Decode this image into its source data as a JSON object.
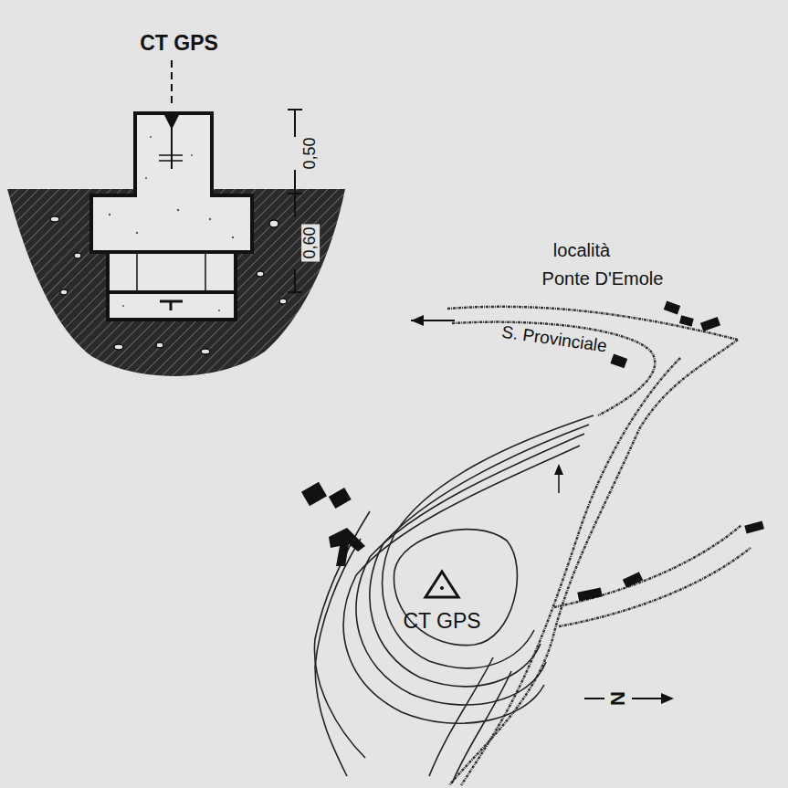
{
  "diagram": {
    "labels": [
      "CT GPS",
      "0,50",
      "0,60",
      "località",
      "Ponte D'Emole",
      "S. Provinciale",
      "CT GPS",
      "N"
    ]
  }
}
